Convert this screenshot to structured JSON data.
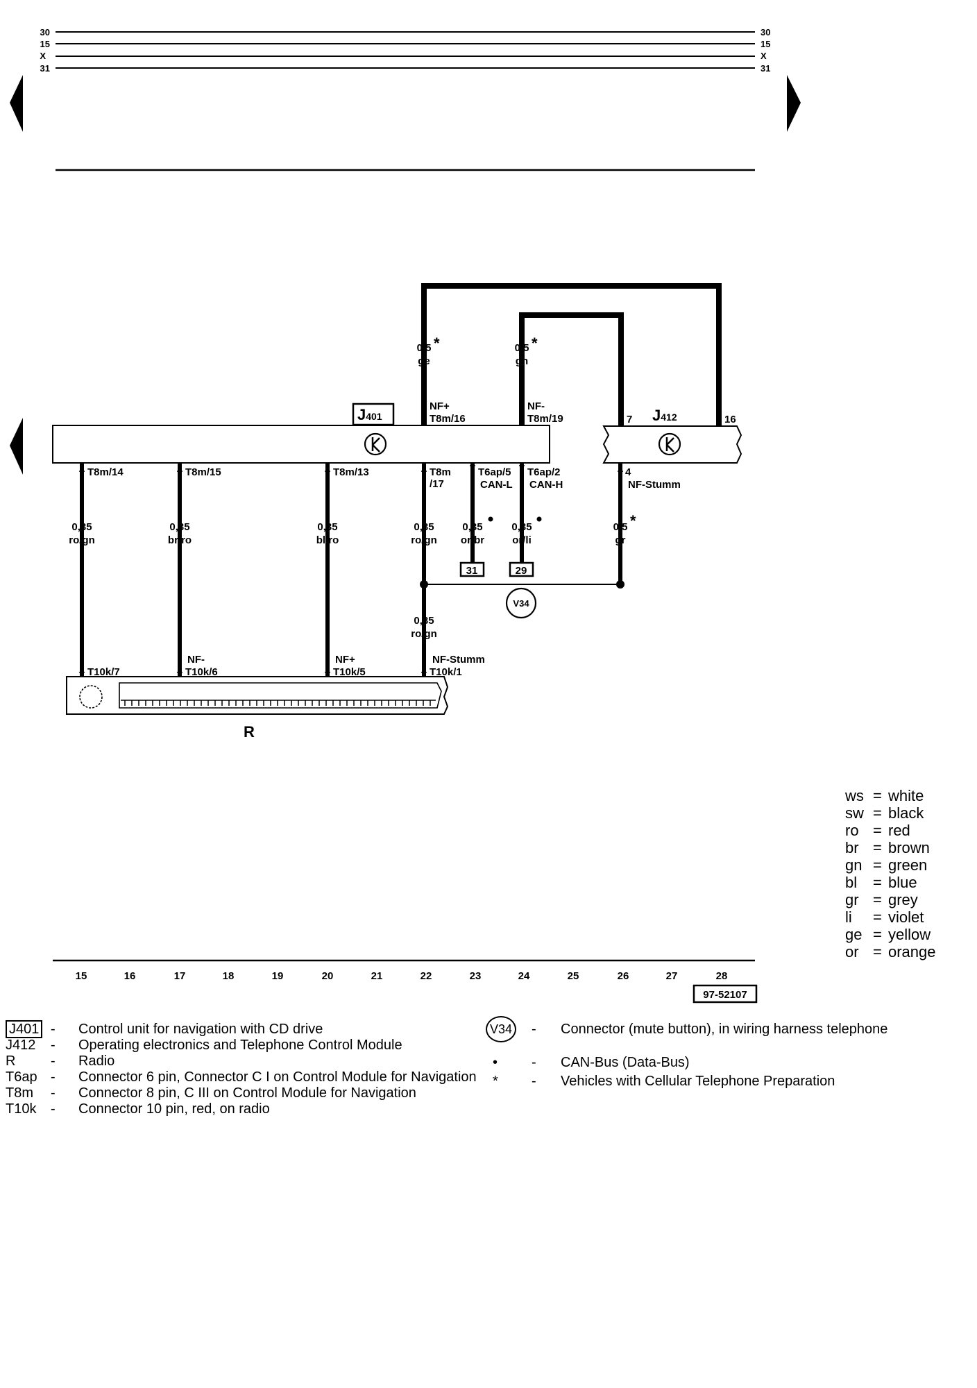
{
  "terminals": [
    "30",
    "15",
    "X",
    "31"
  ],
  "components": {
    "j401": {
      "code": "J",
      "num": "401"
    },
    "j412": {
      "code": "J",
      "num": "412"
    },
    "r": "R",
    "v34": "V34"
  },
  "wires": [
    {
      "id": "w1",
      "top_pin": "T8m/14",
      "gauge": "0,35",
      "color": "ro/gn",
      "bottom_pin": "T10k/7"
    },
    {
      "id": "w2",
      "top_pin": "T8m/15",
      "gauge": "0,35",
      "color": "br/ro",
      "bottom_label": "NF-",
      "bottom_pin": "T10k/6"
    },
    {
      "id": "w3",
      "top_pin": "T8m/13",
      "gauge": "0,35",
      "color": "bl/ro",
      "bottom_label": "NF+",
      "bottom_pin": "T10k/5"
    },
    {
      "id": "w4",
      "top_pin_a": "T8m",
      "top_pin_b": "/17",
      "gauge": "0,35",
      "color": "ro/gn",
      "gauge2": "0,35",
      "color2": "ro/gn",
      "bottom_label": "NF-Stumm",
      "bottom_pin": "T10k/1"
    },
    {
      "id": "w5",
      "top_pin": "T6ap/5",
      "sub": "CAN-L",
      "gauge": "0,35",
      "color": "or/br",
      "ground": "31"
    },
    {
      "id": "w6",
      "top_pin": "T6ap/2",
      "sub": "CAN-H",
      "gauge": "0,35",
      "color": "or/li",
      "ground": "29"
    },
    {
      "id": "w7",
      "top_pin": "4",
      "sub": "NF-Stumm",
      "gauge": "0,5",
      "color": "gr",
      "star": "*"
    },
    {
      "id": "w8",
      "label": "NF+",
      "pin": "T8m/16",
      "gauge": "0,5",
      "color": "ge",
      "star": "*"
    },
    {
      "id": "w9",
      "label": "NF-",
      "pin": "T8m/19",
      "gauge": "0,5",
      "color": "gn",
      "star": "*"
    },
    {
      "id": "w10",
      "pin": "7"
    },
    {
      "id": "w11",
      "pin": "16"
    }
  ],
  "grid_numbers": [
    "15",
    "16",
    "17",
    "18",
    "19",
    "20",
    "21",
    "22",
    "23",
    "24",
    "25",
    "26",
    "27",
    "28"
  ],
  "figure_id": "97-52107",
  "color_codes": [
    {
      "code": "ws",
      "name": "white"
    },
    {
      "code": "sw",
      "name": "black"
    },
    {
      "code": "ro",
      "name": "red"
    },
    {
      "code": "br",
      "name": "brown"
    },
    {
      "code": "gn",
      "name": "green"
    },
    {
      "code": "bl",
      "name": "blue"
    },
    {
      "code": "gr",
      "name": "grey"
    },
    {
      "code": "li",
      "name": "violet"
    },
    {
      "code": "ge",
      "name": "yellow"
    },
    {
      "code": "or",
      "name": "orange"
    }
  ],
  "legend_left": [
    {
      "key": "J401",
      "dash": "-",
      "desc": "Control unit for navigation with CD drive"
    },
    {
      "key": "J412",
      "dash": "-",
      "desc": "Operating electronics and Telephone Control Module"
    },
    {
      "key": "R",
      "dash": "-",
      "desc": "Radio"
    },
    {
      "key": "T6ap",
      "dash": "-",
      "desc": "Connector 6 pin, Connector C I on Control Module for Navigation"
    },
    {
      "key": "T8m",
      "dash": "-",
      "desc": "Connector 8 pin, C III on Control Module for Navigation"
    },
    {
      "key": "T10k",
      "dash": "-",
      "desc": "Connector 10 pin, red, on radio"
    }
  ],
  "legend_right": [
    {
      "key": "V34",
      "dash": "-",
      "desc": "Connector (mute button), in wiring harness telephone"
    },
    {
      "key": "•",
      "dash": "-",
      "desc": "CAN-Bus (Data-Bus)"
    },
    {
      "key": "*",
      "dash": "-",
      "desc": "Vehicles with Cellular Telephone Preparation"
    }
  ]
}
